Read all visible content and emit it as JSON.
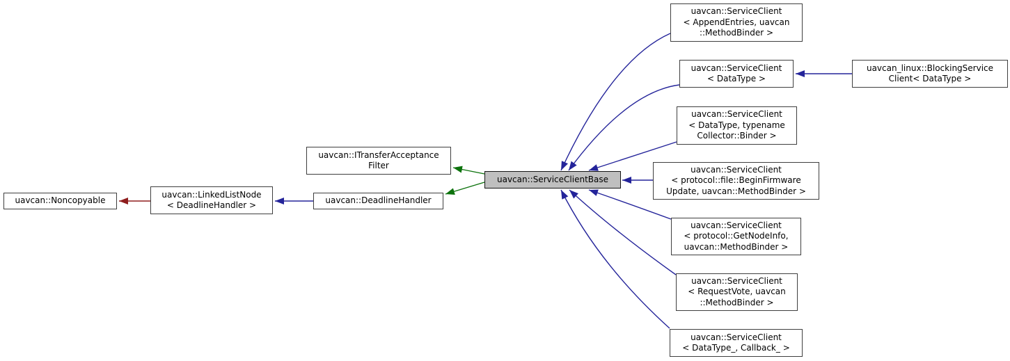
{
  "diagram": {
    "type": "class-inheritance-graph",
    "highlighted_node": "uavcan::ServiceClientBase",
    "nodes": {
      "noncopyable": {
        "label": "uavcan::Noncopyable"
      },
      "linked_list_node": {
        "label": "uavcan::LinkedListNode\n< DeadlineHandler >"
      },
      "itransfer_acceptance_filter": {
        "label": "uavcan::ITransferAcceptance\nFilter"
      },
      "deadline_handler": {
        "label": "uavcan::DeadlineHandler"
      },
      "service_client_base": {
        "label": "uavcan::ServiceClientBase",
        "highlighted": true
      },
      "sc_append_entries": {
        "label": "uavcan::ServiceClient\n< AppendEntries, uavcan\n::MethodBinder >"
      },
      "sc_data_type": {
        "label": "uavcan::ServiceClient\n< DataType >"
      },
      "blocking_service_client": {
        "label": "uavcan_linux::BlockingService\nClient< DataType >"
      },
      "sc_collector_binder": {
        "label": "uavcan::ServiceClient\n< DataType, typename\nCollector::Binder >"
      },
      "sc_begin_firmware_update": {
        "label": "uavcan::ServiceClient\n< protocol::file::BeginFirmware\nUpdate, uavcan::MethodBinder >"
      },
      "sc_get_node_info": {
        "label": "uavcan::ServiceClient\n< protocol::GetNodeInfo,\nuavcan::MethodBinder >"
      },
      "sc_request_vote": {
        "label": "uavcan::ServiceClient\n< RequestVote, uavcan\n::MethodBinder >"
      },
      "sc_datatype_callback": {
        "label": "uavcan::ServiceClient\n< DataType_, Callback_ >"
      }
    },
    "edges": [
      {
        "from": "uavcan::LinkedListNode< DeadlineHandler >",
        "to": "uavcan::Noncopyable",
        "relation": "private-inheritance"
      },
      {
        "from": "uavcan::DeadlineHandler",
        "to": "uavcan::LinkedListNode< DeadlineHandler >",
        "relation": "public-inheritance"
      },
      {
        "from": "uavcan::ServiceClientBase",
        "to": "uavcan::ITransferAcceptanceFilter",
        "relation": "protected-inheritance"
      },
      {
        "from": "uavcan::ServiceClientBase",
        "to": "uavcan::DeadlineHandler",
        "relation": "protected-inheritance"
      },
      {
        "from": "uavcan::ServiceClient< AppendEntries, uavcan::MethodBinder >",
        "to": "uavcan::ServiceClientBase",
        "relation": "public-inheritance"
      },
      {
        "from": "uavcan::ServiceClient< DataType >",
        "to": "uavcan::ServiceClientBase",
        "relation": "public-inheritance"
      },
      {
        "from": "uavcan_linux::BlockingServiceClient< DataType >",
        "to": "uavcan::ServiceClient< DataType >",
        "relation": "public-inheritance"
      },
      {
        "from": "uavcan::ServiceClient< DataType, typename Collector::Binder >",
        "to": "uavcan::ServiceClientBase",
        "relation": "public-inheritance"
      },
      {
        "from": "uavcan::ServiceClient< protocol::file::BeginFirmwareUpdate, uavcan::MethodBinder >",
        "to": "uavcan::ServiceClientBase",
        "relation": "public-inheritance"
      },
      {
        "from": "uavcan::ServiceClient< protocol::GetNodeInfo, uavcan::MethodBinder >",
        "to": "uavcan::ServiceClientBase",
        "relation": "public-inheritance"
      },
      {
        "from": "uavcan::ServiceClient< RequestVote, uavcan::MethodBinder >",
        "to": "uavcan::ServiceClientBase",
        "relation": "public-inheritance"
      },
      {
        "from": "uavcan::ServiceClient< DataType_, Callback_ >",
        "to": "uavcan::ServiceClientBase",
        "relation": "public-inheritance"
      }
    ],
    "colors": {
      "background": "#ffffff",
      "node_border": "#3e3e3e",
      "node_fill": "#ffffff",
      "highlighted_node_fill": "#bfbfbf",
      "highlighted_node_border": "#161616",
      "text": "#000000",
      "public_inheritance_edge": "#24249a",
      "protected_inheritance_edge": "#0c720c",
      "private_inheritance_edge": "#8f1d1d"
    }
  }
}
